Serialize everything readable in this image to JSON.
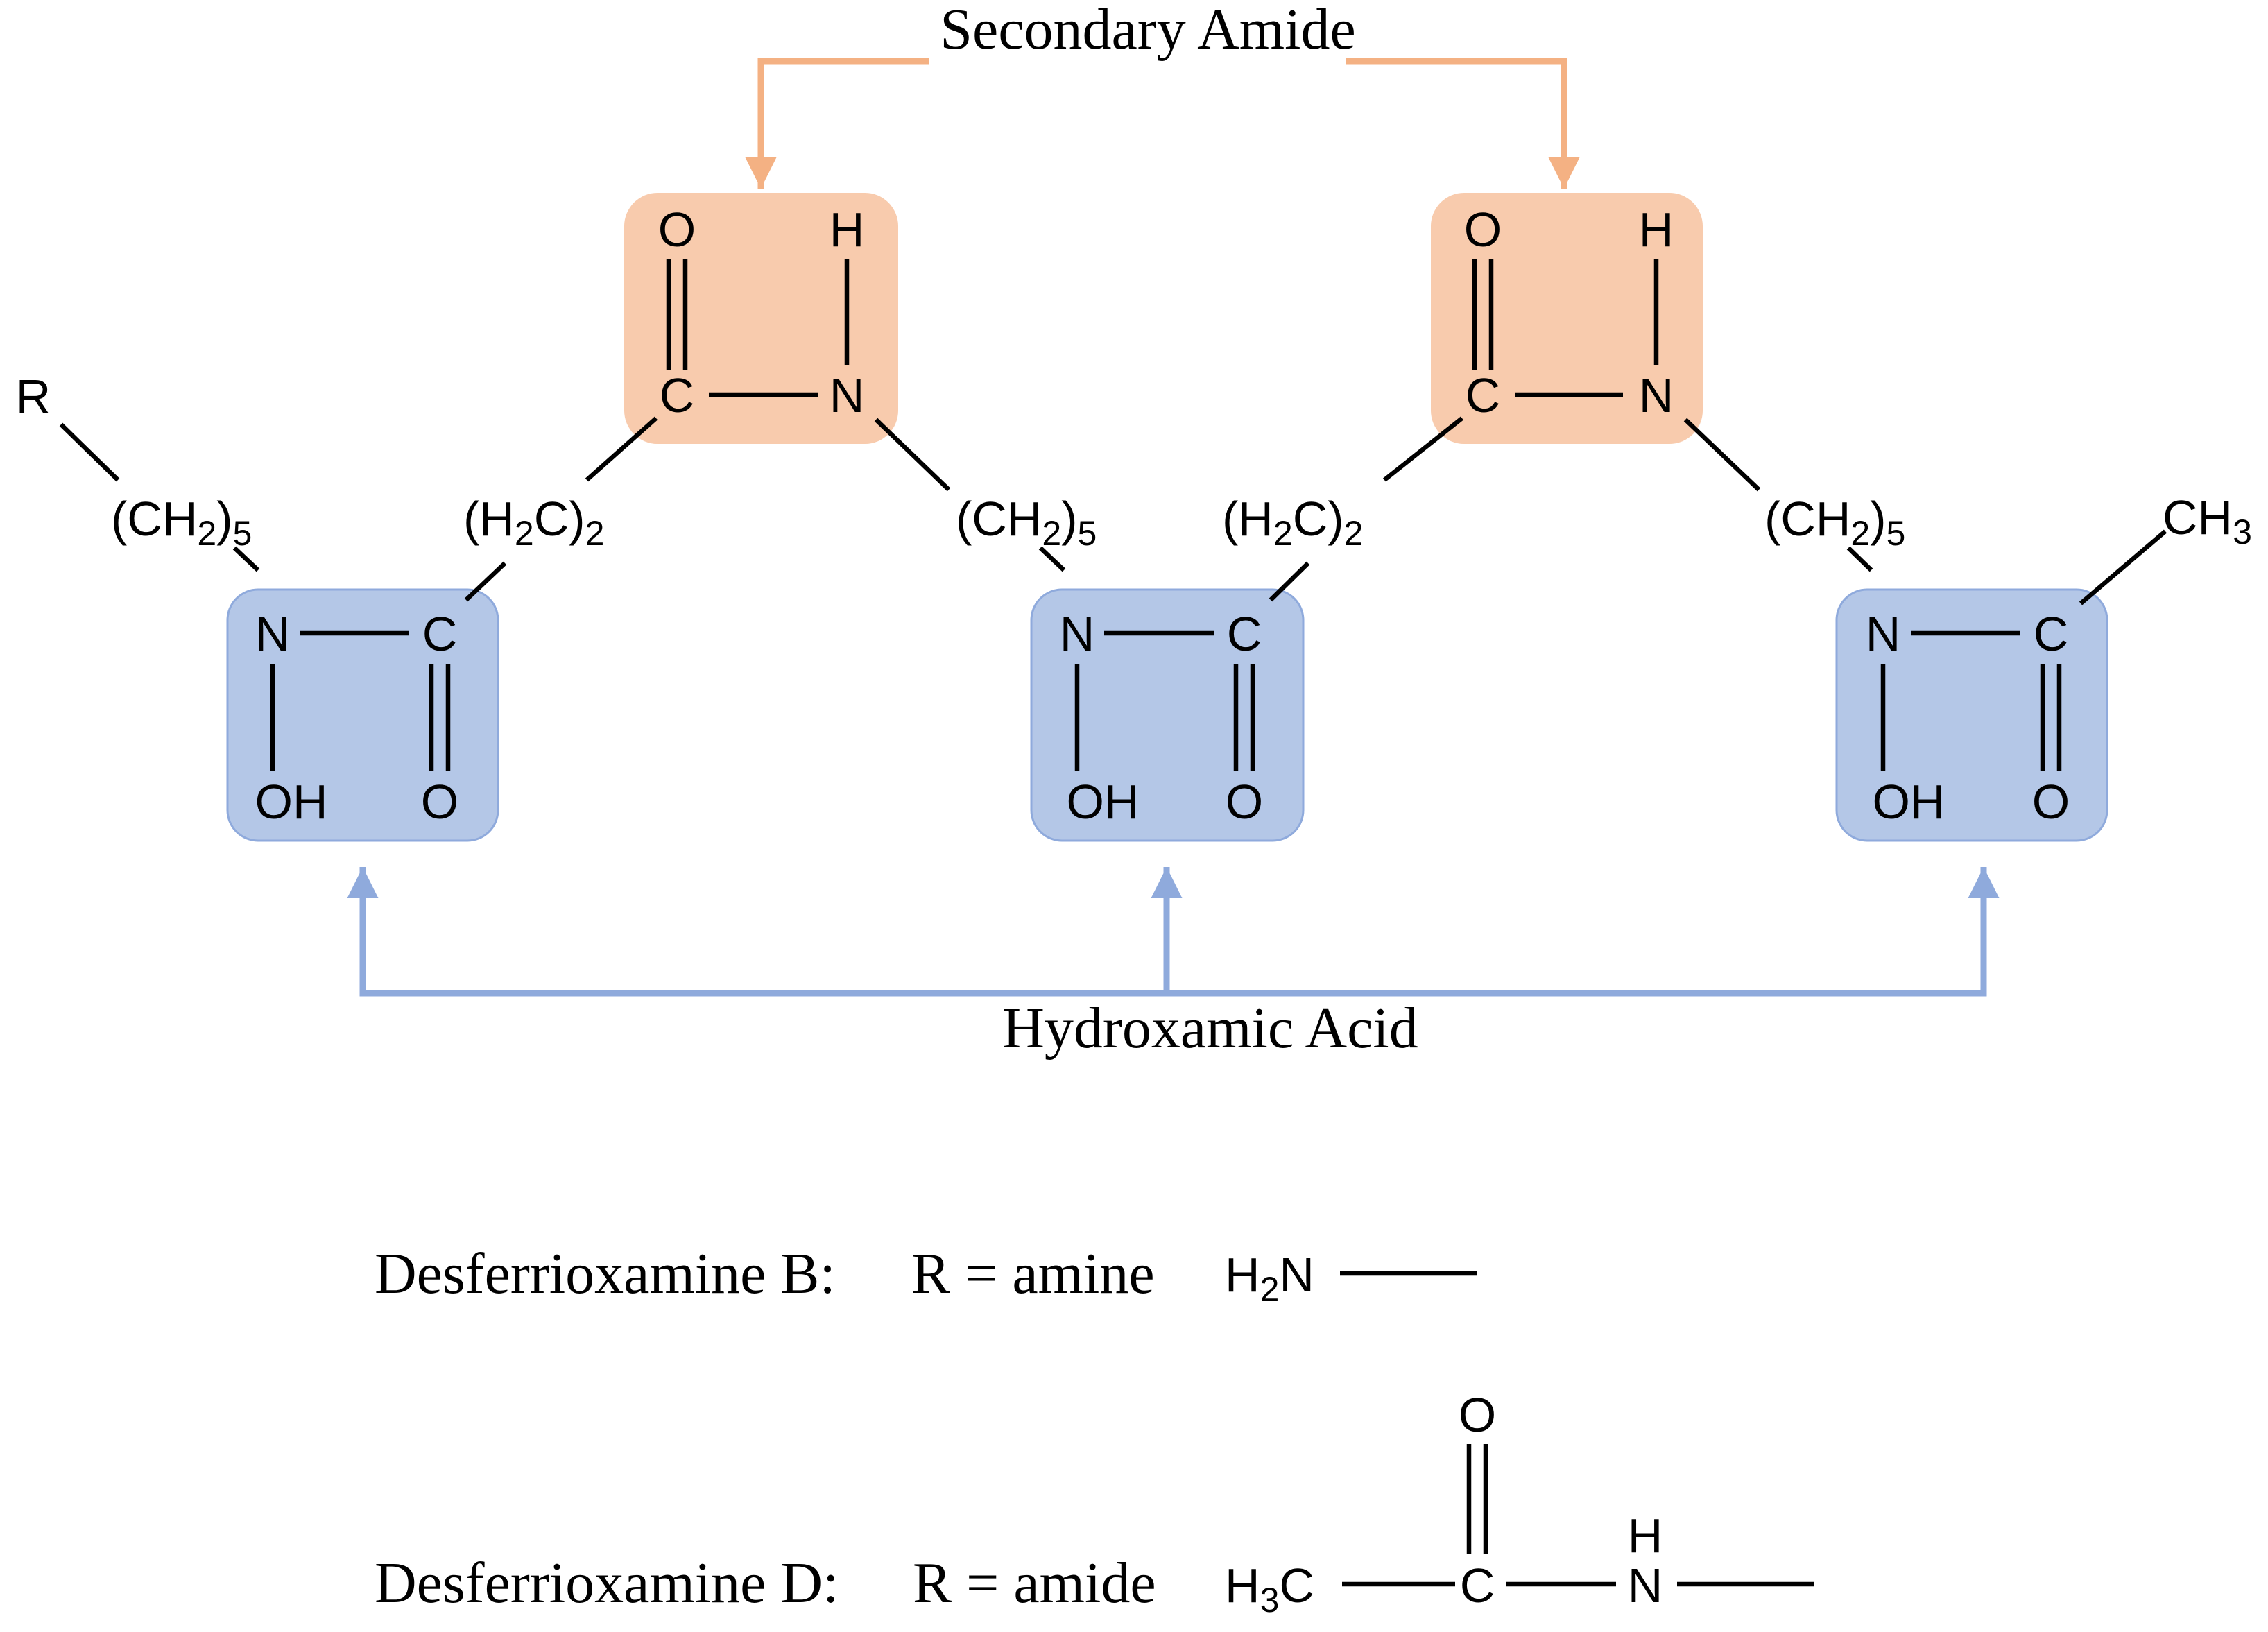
{
  "labels": {
    "top_title": "Secondary Amide",
    "bottom_title": "Hydroxamic Acid",
    "row_b_name": "Desferrioxamine B:",
    "row_b_r": "R = amine",
    "row_d_name": "Desferrioxamine D:",
    "row_d_r": "R = amide"
  },
  "atoms": {
    "R": "R",
    "O": "O",
    "H": "H",
    "C": "C",
    "N": "N",
    "OH": "OH",
    "CH3": "CH",
    "three": "3",
    "CH2_5_prefix": "(CH",
    "H2C_2_prefix": "(H",
    "sub2": "2",
    "sub5": "5",
    "close_paren": ")",
    "C_close": "C)",
    "H_sym": "H",
    "N_sym": "N"
  },
  "colors": {
    "amide_fill": "#f8cbad",
    "amide_arrow": "#f4b183",
    "hydroxamic_fill": "#b4c7e7",
    "hydroxamic_stroke": "#8faadc",
    "hydroxamic_arrow": "#8faadc",
    "bond": "#000000"
  }
}
